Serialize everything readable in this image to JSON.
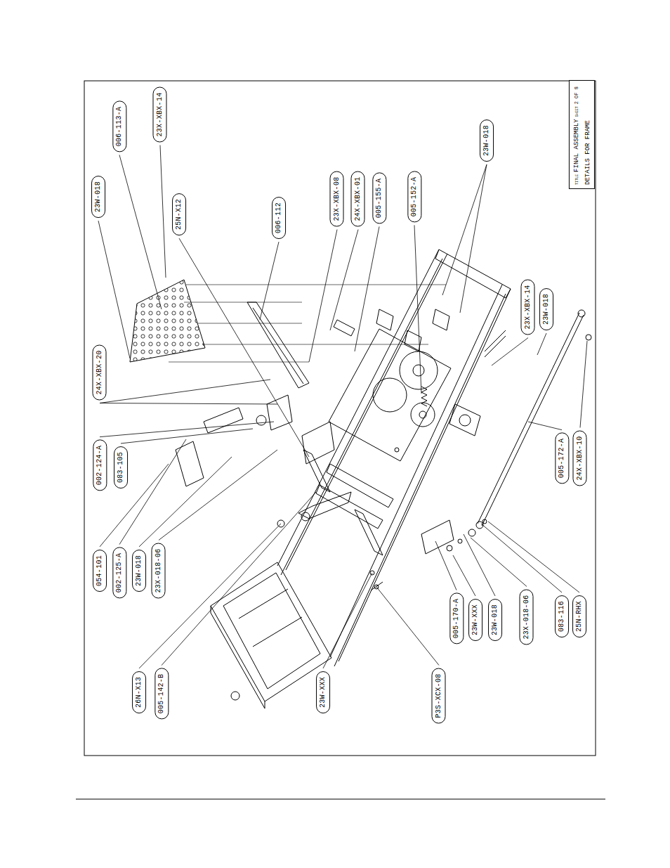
{
  "diagram": {
    "nodes": [
      {
        "text": [
          "23W-018"
        ]
      },
      {
        "text": [
          "006-113-A"
        ]
      },
      {
        "text": [
          "23X-XBX-14"
        ]
      },
      {
        "text": [
          "25N-X12"
        ]
      },
      {
        "text": [
          "006-112"
        ]
      },
      {
        "text": [
          "23X-XBX-08"
        ]
      },
      {
        "text": [
          "24X-XBX-01"
        ]
      },
      {
        "text": [
          "005-155-A"
        ]
      },
      {
        "text": [
          "005-152-A"
        ]
      },
      {
        "text": [
          "23W-018"
        ]
      },
      {
        "text": [
          "24X-XBX-20"
        ]
      },
      {
        "text": [
          "002-124-A"
        ]
      },
      {
        "text": [
          "083-105"
        ]
      },
      {
        "text": [
          "054-101"
        ]
      },
      {
        "text": [
          "002-125-A"
        ]
      },
      {
        "text": [
          "23W-018"
        ]
      },
      {
        "text": [
          "23X-018-06"
        ]
      },
      {
        "text": [
          "26N-X13"
        ]
      },
      {
        "text": [
          "005-142-B"
        ]
      },
      {
        "text": [
          "23W-XXX"
        ]
      },
      {
        "text": [
          "P3S-XCX-08"
        ]
      },
      {
        "text": [
          "005-170-A"
        ]
      },
      {
        "text": [
          "23W-XXX"
        ]
      },
      {
        "text": [
          "23W-018"
        ]
      },
      {
        "text": [
          "23X-018-06"
        ]
      },
      {
        "text": [
          "083-116"
        ]
      },
      {
        "text": [
          "25N-RHX"
        ]
      },
      {
        "text": [
          "23X-XBX-14"
        ]
      },
      {
        "text": [
          "23W-018"
        ]
      },
      {
        "text": [
          "005-172-A"
        ]
      },
      {
        "text": [
          "24X-XBX-10"
        ]
      },
      {
        "text": [
          "TITLE",
          "FINAL ASSEMBLY",
          "SHEET",
          "2 OF 8",
          "DETAILS FOR FRAME"
        ]
      }
    ]
  }
}
